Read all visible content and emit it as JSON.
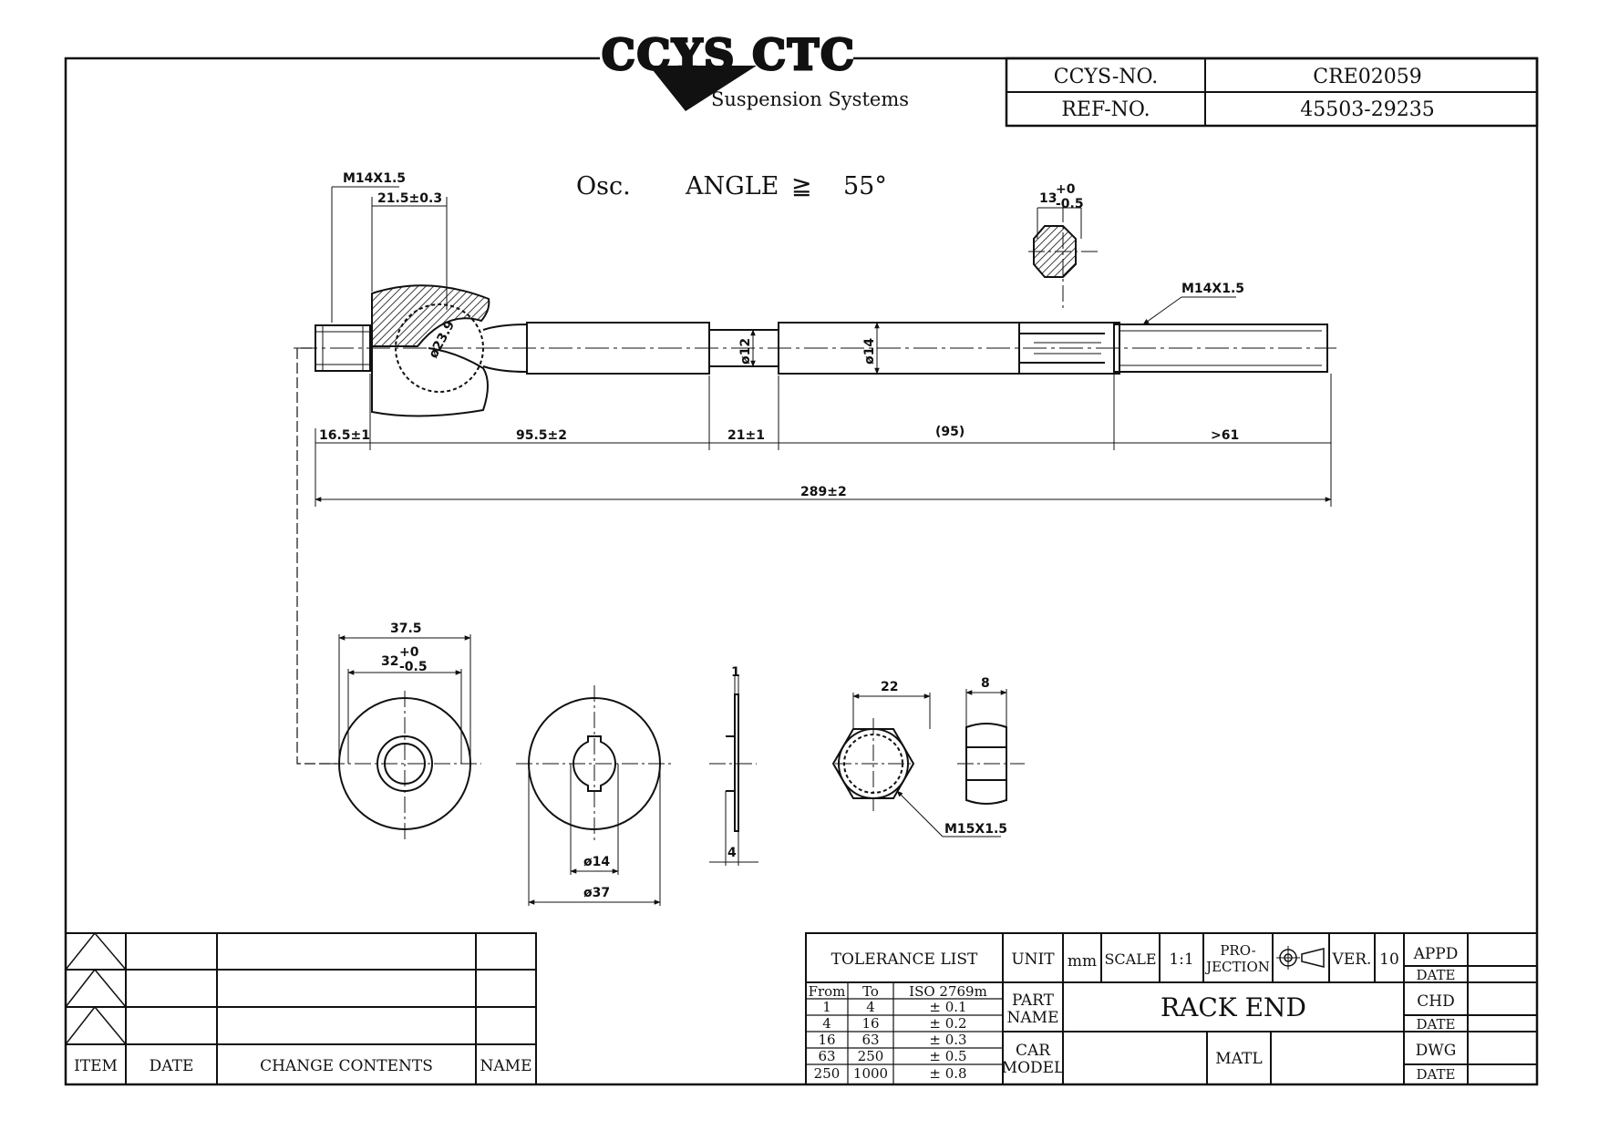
{
  "header": {
    "logo_text": "CCYS CTC",
    "logo_tagline": "Suspension Systems",
    "ccys_no_label": "CCYS-NO.",
    "ccys_no_value": "CRE02059",
    "ref_no_label": "REF-NO.",
    "ref_no_value": "45503-29235"
  },
  "drawing": {
    "osc_label": "Osc.",
    "angle_label": "ANGLE",
    "angle_symbol": "≧",
    "angle_value": "55°",
    "dims": {
      "thread_left": "M14X1.5",
      "ball_len": "21.5±0.3",
      "ball_dia": "ø23.9",
      "dia12": "ø12",
      "dia14": "ø14",
      "hex_base": "13",
      "hex_tol_up": "+0",
      "hex_tol_low": "-0.5",
      "thread_right": "M14X1.5",
      "seg1": "16.5±1",
      "seg2": "95.5±2",
      "seg3": "21±1",
      "seg4": "(95)",
      "seg5": ">61",
      "overall": "289±2",
      "washer_outer": "37.5",
      "washer_inner_base": "32",
      "washer_tol_up": "+0",
      "washer_tol_low": "-0.5",
      "lock_inner": "ø14",
      "lock_outer": "ø37",
      "plate_top": "1",
      "plate_bottom": "4",
      "nut_width": "22",
      "nut_thick": "8",
      "nut_thread": "M15X1.5"
    }
  },
  "revisions": {
    "headers": [
      "ITEM",
      "DATE",
      "CHANGE CONTENTS",
      "NAME"
    ]
  },
  "titleblock": {
    "tolerance_title": "TOLERANCE LIST",
    "tol_headers": [
      "From",
      "To",
      "ISO 2769m"
    ],
    "tol_rows": [
      [
        "1",
        "4",
        "± 0.1"
      ],
      [
        "4",
        "16",
        "± 0.2"
      ],
      [
        "16",
        "63",
        "± 0.3"
      ],
      [
        "63",
        "250",
        "± 0.5"
      ],
      [
        "250",
        "1000",
        "± 0.8"
      ]
    ],
    "unit_label": "UNIT",
    "unit_value": "mm",
    "scale_label": "SCALE",
    "scale_value": "1:1",
    "projection_label_1": "PRO-",
    "projection_label_2": "JECTION",
    "ver_label": "VER.",
    "ver_value": "10",
    "appd_label": "APPD",
    "date_label": "DATE",
    "chd_label": "CHD",
    "dwg_label": "DWG",
    "part_name_label_1": "PART",
    "part_name_label_2": "NAME",
    "part_name_value": "RACK END",
    "car_model_label_1": "CAR",
    "car_model_label_2": "MODEL",
    "matl_label": "MATL"
  }
}
